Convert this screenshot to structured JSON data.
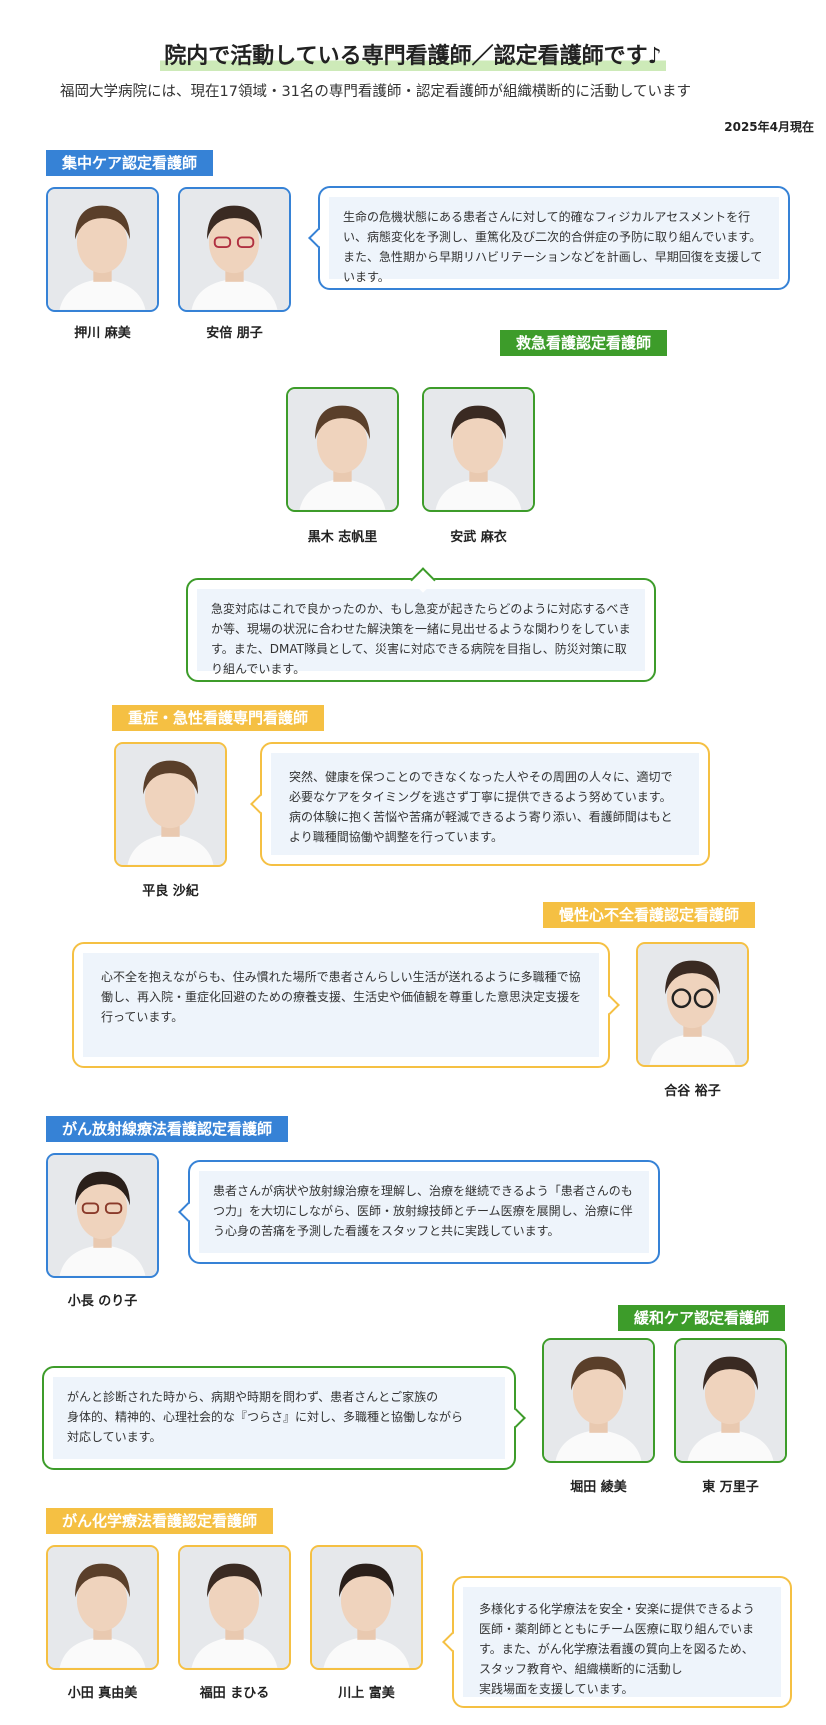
{
  "header": {
    "title": "院内で活動している専門看護師／認定看護師です♪",
    "subtitle": "福岡大学病院には、現在17領域・31名の専門看護師・認定看護師が組織横断的に活動しています",
    "date": "2025年4月現在"
  },
  "sections": {
    "icu": {
      "label": "集中ケア認定看護師",
      "people": [
        "押川 麻美",
        "安倍 朋子"
      ],
      "text": "生命の危機状態にある患者さんに対して的確なフィジカルアセスメントを行い、病態変化を予測し、重篤化及び二次的合併症の予防に取り組んでいます。また、急性期から早期リハビリテーションなどを計画し、早期回復を支援しています。"
    },
    "emergency": {
      "label": "救急看護認定看護師",
      "people": [
        "黒木 志帆里",
        "安武 麻衣"
      ],
      "text": "急変対応はこれで良かったのか、もし急変が起きたらどのように対応するべきか等、現場の状況に合わせた解決策を一緒に見出せるような関わりをしています。また、DMAT隊員として、災害に対応できる病院を目指し、防災対策に取り組んでいます。"
    },
    "critical": {
      "label": "重症・急性看護専門看護師",
      "people": [
        "平良 沙紀"
      ],
      "text": "突然、健康を保つことのできなくなった人やその周囲の人々に、適切で必要なケアをタイミングを逃さず丁寧に提供できるよう努めています。病の体験に抱く苦悩や苦痛が軽減できるよう寄り添い、看護師間はもとより職種間協働や調整を行っています。"
    },
    "heart": {
      "label": "慢性心不全看護認定看護師",
      "people": [
        "合谷 裕子"
      ],
      "text": "心不全を抱えながらも、住み慣れた場所で患者さんらしい生活が送れるように多職種で協働し、再入院・重症化回避のための療養支援、生活史や価値観を尊重した意思決定支援を行っています。"
    },
    "radiation": {
      "label": "がん放射線療法看護認定看護師",
      "people": [
        "小長 のり子"
      ],
      "text": "患者さんが病状や放射線治療を理解し、治療を継続できるよう「患者さんのもつ力」を大切にしながら、医師・放射線技師とチーム医療を展開し、治療に伴う心身の苦痛を予測した看護をスタッフと共に実践しています。"
    },
    "palliative": {
      "label": "緩和ケア認定看護師",
      "people": [
        "堀田 綾美",
        "東 万里子"
      ],
      "text": "がんと診断された時から、病期や時期を問わず、患者さんとご家族の\n身体的、精神的、心理社会的な『つらさ』に対し、多職種と協働しながら\n対応しています。"
    },
    "chemo": {
      "label": "がん化学療法看護認定看護師",
      "people": [
        "小田 真由美",
        "福田 まひる",
        "川上 富美"
      ],
      "text": "多様化する化学療法を安全・安楽に提供できるよう医師・薬剤師とともにチーム医療に取り組んでいます。また、がん化学療法看護の質向上を図るため、スタッフ教育や、組織横断的に活動し\n実践場面を支援しています。"
    }
  }
}
